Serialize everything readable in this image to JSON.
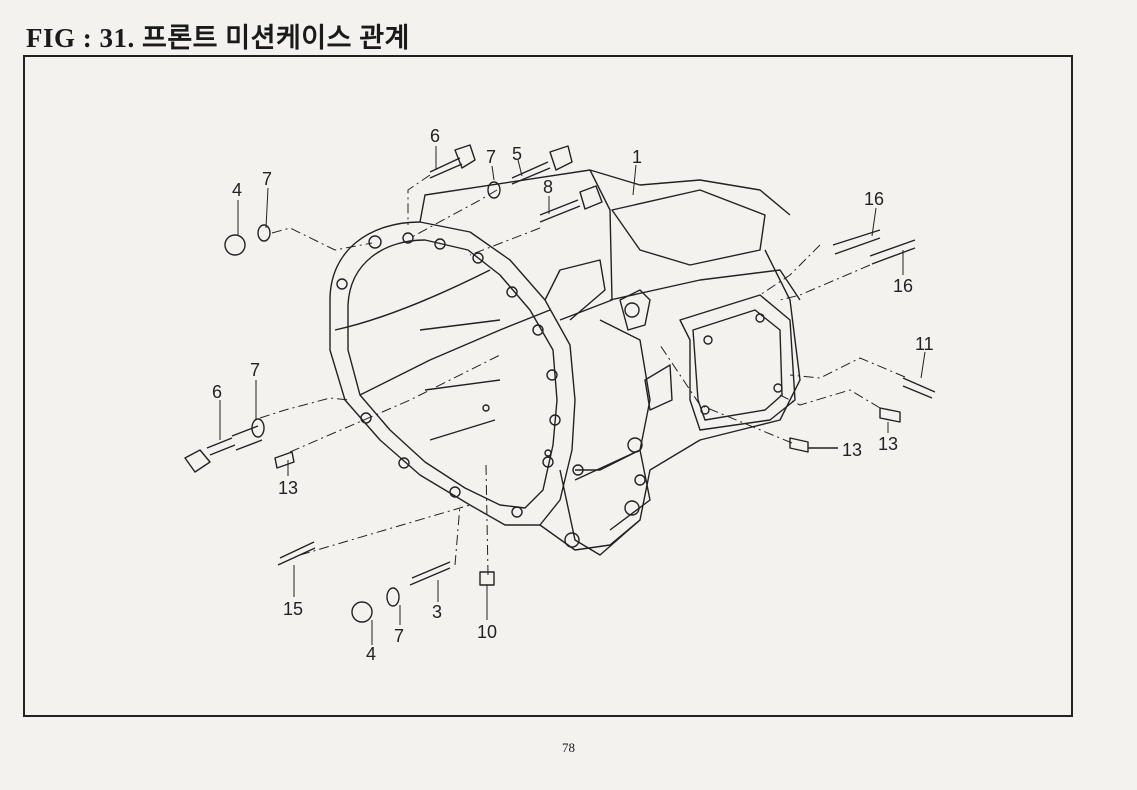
{
  "title": "FIG : 31.  프론트 미션케이스 관계",
  "page_number": "78",
  "part_labels": [
    "6",
    "7",
    "5",
    "1",
    "8",
    "4",
    "7",
    "16",
    "16",
    "11",
    "6",
    "7",
    "13",
    "13",
    "13",
    "15",
    "3",
    "4",
    "7",
    "10"
  ]
}
